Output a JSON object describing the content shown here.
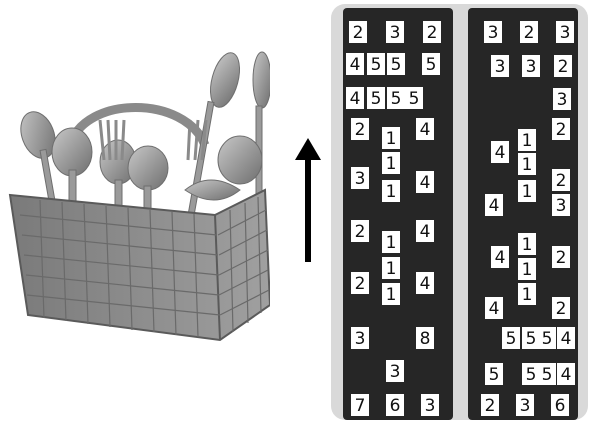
{
  "illustration": {
    "subject": "cutlery-basket-with-spoons-and-forks",
    "colors": {
      "basket": "#8c8c8c",
      "basket_dark": "#5a5a5a",
      "cutlery": "#a0a0a0",
      "cutlery_dark": "#6e6e6e"
    }
  },
  "direction_arrow": {
    "icon": "up-arrow-icon",
    "color": "#000000"
  },
  "grid": {
    "colors": {
      "frame": "#d9d9d9",
      "bars": "#262626",
      "cell": "#ffffff"
    },
    "labels": [
      "2",
      "3",
      "2",
      "3",
      "2",
      "3",
      "4",
      "5",
      "5",
      "5",
      "3",
      "3",
      "2",
      "4",
      "5",
      "5",
      "5",
      "3",
      "2",
      "4",
      "2",
      "1",
      "4",
      "1",
      "1",
      "1",
      "2",
      "3",
      "4",
      "4",
      "3",
      "1",
      "1",
      "2",
      "4",
      "1",
      "4",
      "1",
      "2",
      "1",
      "1",
      "2",
      "4",
      "4",
      "2",
      "1",
      "1",
      "3",
      "8",
      "5",
      "5",
      "5",
      "4",
      "3",
      "5",
      "5",
      "5",
      "4",
      "7",
      "6",
      "3",
      "2",
      "3",
      "6"
    ]
  }
}
